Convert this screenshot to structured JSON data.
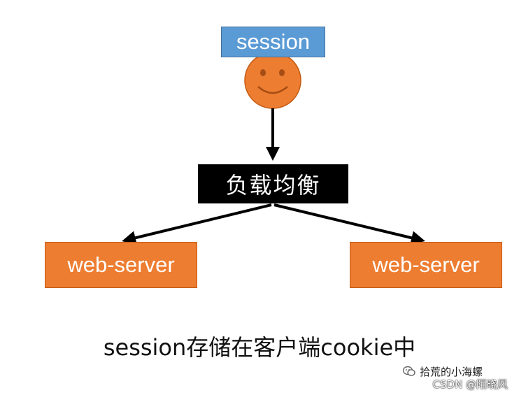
{
  "nodes": {
    "session": "session",
    "load_balancer": "负载均衡",
    "server_left": "web-server",
    "server_right": "web-server"
  },
  "caption": "session存储在客户端cookie中",
  "watermark": {
    "account": "拾荒的小海螺",
    "credit": "CSDN @陌晓风"
  },
  "colors": {
    "session_fill": "#5b9bd5",
    "face_fill": "#ed7d31",
    "load_balancer_fill": "#000000",
    "server_fill": "#ed7d31",
    "arrow": "#000000"
  }
}
